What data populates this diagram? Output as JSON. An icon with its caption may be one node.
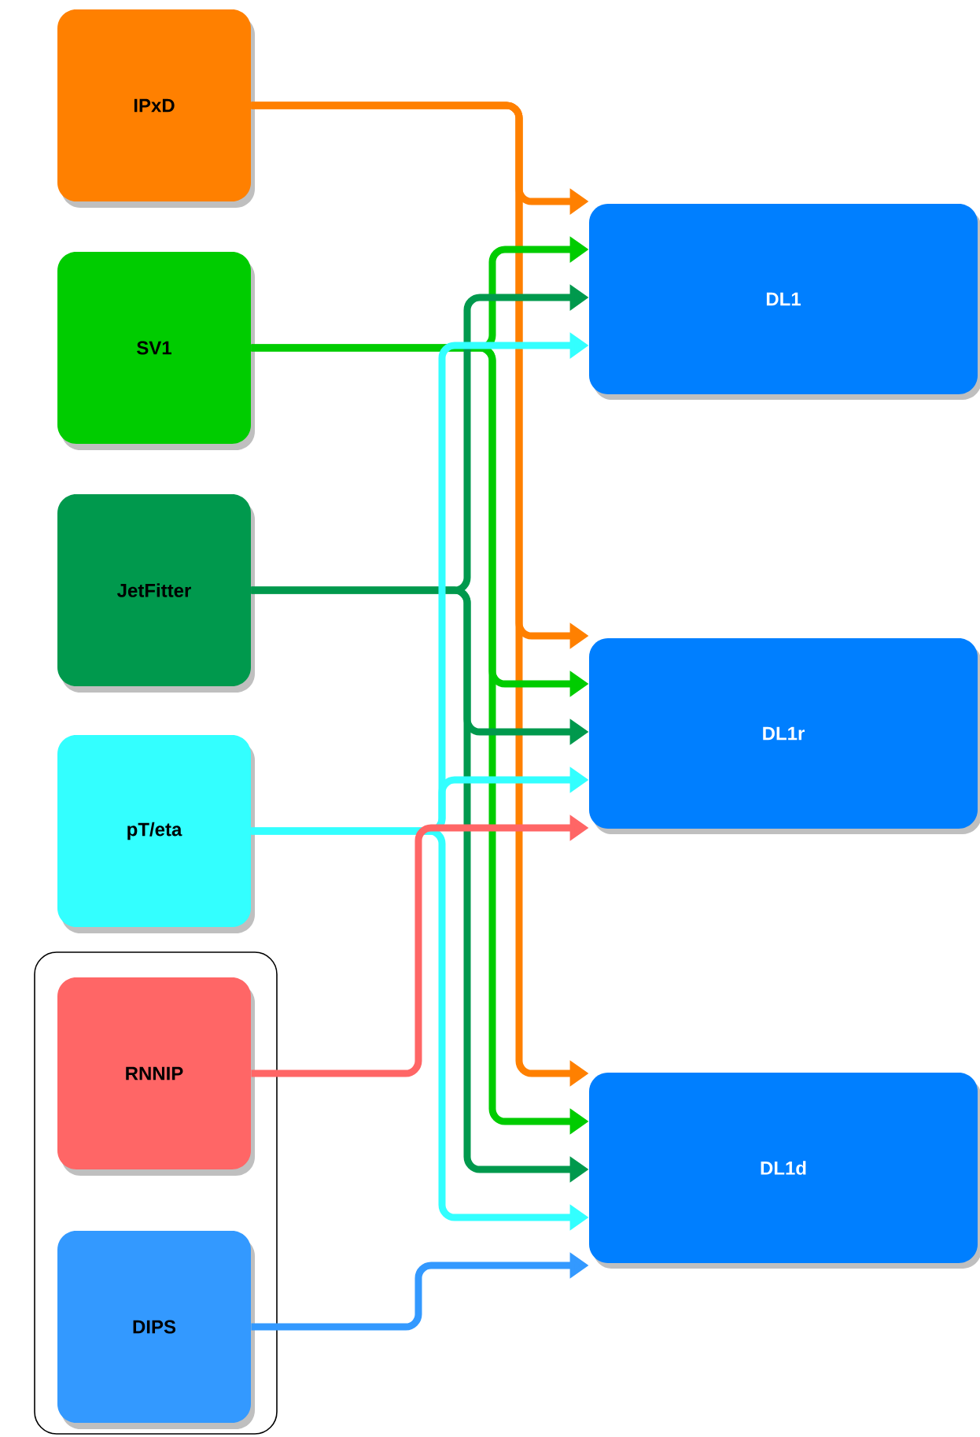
{
  "diagram": {
    "nodes": [
      {
        "text": [
          "IPxD"
        ]
      },
      {
        "text": [
          "SV1"
        ]
      },
      {
        "text": [
          "JetFitter"
        ]
      },
      {
        "text": [
          "pT/eta"
        ]
      },
      {
        "text": [],
        "shape": "box"
      },
      {
        "text": [
          "RNNIP"
        ],
        "in": 4
      },
      {
        "text": [
          "DIPS"
        ],
        "in": 4
      },
      {
        "text": [
          "DL1"
        ]
      },
      {
        "text": [
          "DL1r"
        ]
      },
      {
        "text": [
          "DL1d"
        ]
      }
    ],
    "edges": [
      {
        "from": 0,
        "to": 7,
        "arrow": "to",
        "color": "#ff8000"
      },
      {
        "from": 0,
        "to": 8,
        "arrow": "to",
        "color": "#ff8000"
      },
      {
        "from": 0,
        "to": 9,
        "arrow": "to",
        "color": "#ff8000"
      },
      {
        "from": 1,
        "to": 7,
        "arrow": "to",
        "color": "#00cc00"
      },
      {
        "from": 1,
        "to": 8,
        "arrow": "to",
        "color": "#00cc00"
      },
      {
        "from": 1,
        "to": 9,
        "arrow": "to",
        "color": "#00cc00"
      },
      {
        "from": 2,
        "to": 7,
        "arrow": "to",
        "color": "#00994d"
      },
      {
        "from": 2,
        "to": 8,
        "arrow": "to",
        "color": "#00994d"
      },
      {
        "from": 2,
        "to": 9,
        "arrow": "to",
        "color": "#00994d"
      },
      {
        "from": 3,
        "to": 7,
        "arrow": "to",
        "color": "#33ffff"
      },
      {
        "from": 3,
        "to": 8,
        "arrow": "to",
        "color": "#33ffff"
      },
      {
        "from": 3,
        "to": 9,
        "arrow": "to",
        "color": "#33ffff"
      },
      {
        "from": 5,
        "to": 8,
        "arrow": "to",
        "color": "#ff6666"
      },
      {
        "from": 6,
        "to": 9,
        "arrow": "to",
        "color": "#3399ff"
      }
    ]
  }
}
